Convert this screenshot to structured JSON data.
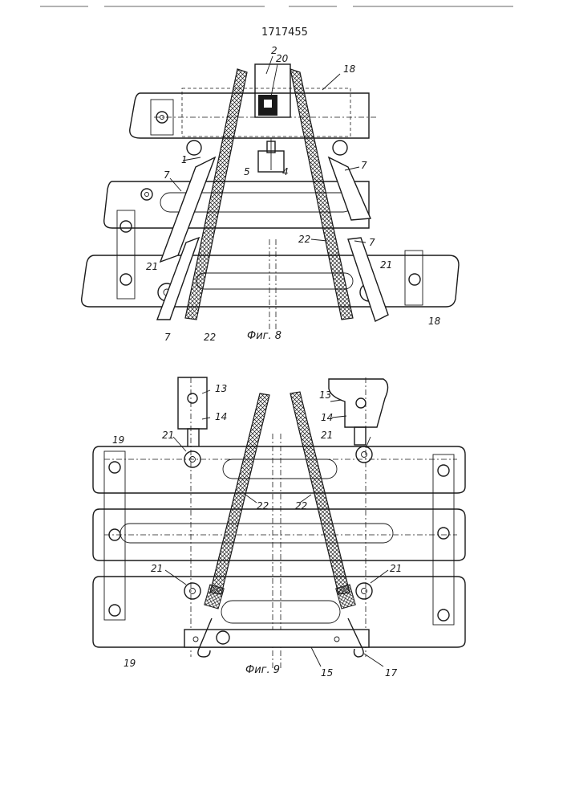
{
  "document": {
    "patent_number": "1717455"
  },
  "figure_8": {
    "caption": "Фиг. 8",
    "labels": {
      "l2": "2",
      "l20": "20",
      "l18_top": "18",
      "l1": "1",
      "l5": "5",
      "l4": "4",
      "l7_a": "7",
      "l7_b": "7",
      "l7_c": "7",
      "l7_d": "7",
      "l22_mid": "22",
      "l22_bot": "22",
      "l21_left": "21",
      "l21_right": "21",
      "l18_bot": "18"
    }
  },
  "figure_9": {
    "caption": "Фиг. 9",
    "labels": {
      "l13_left": "13",
      "l14_left": "14",
      "l13_right": "13",
      "l14_right": "14",
      "l19_top": "19",
      "l21_tl": "21",
      "l21_tr": "21",
      "l22_left": "22",
      "l22_right": "22",
      "l21_bl": "21",
      "l21_br": "21",
      "l19_bot": "19",
      "l15": "15",
      "l17": "17"
    }
  }
}
